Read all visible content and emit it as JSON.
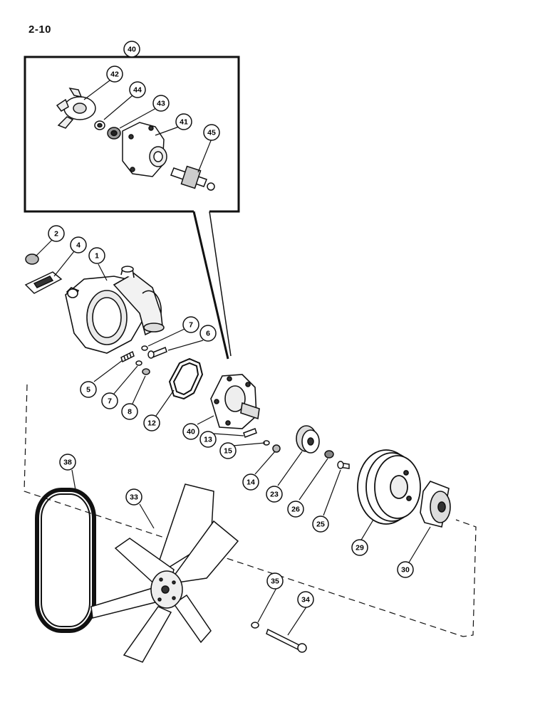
{
  "page": {
    "number": "2-10"
  },
  "callouts": {
    "c1": "1",
    "c2": "2",
    "c4": "4",
    "c5": "5",
    "c6": "6",
    "c7a": "7",
    "c7b": "7",
    "c8": "8",
    "c12": "12",
    "c13": "13",
    "c14": "14",
    "c15": "15",
    "c23": "23",
    "c25": "25",
    "c26": "26",
    "c29": "29",
    "c30": "30",
    "c33": "33",
    "c34": "34",
    "c35": "35",
    "c38": "38",
    "c40a": "40",
    "c40b": "40",
    "c41": "41",
    "c42": "42",
    "c43": "43",
    "c44": "44",
    "c45": "45"
  }
}
